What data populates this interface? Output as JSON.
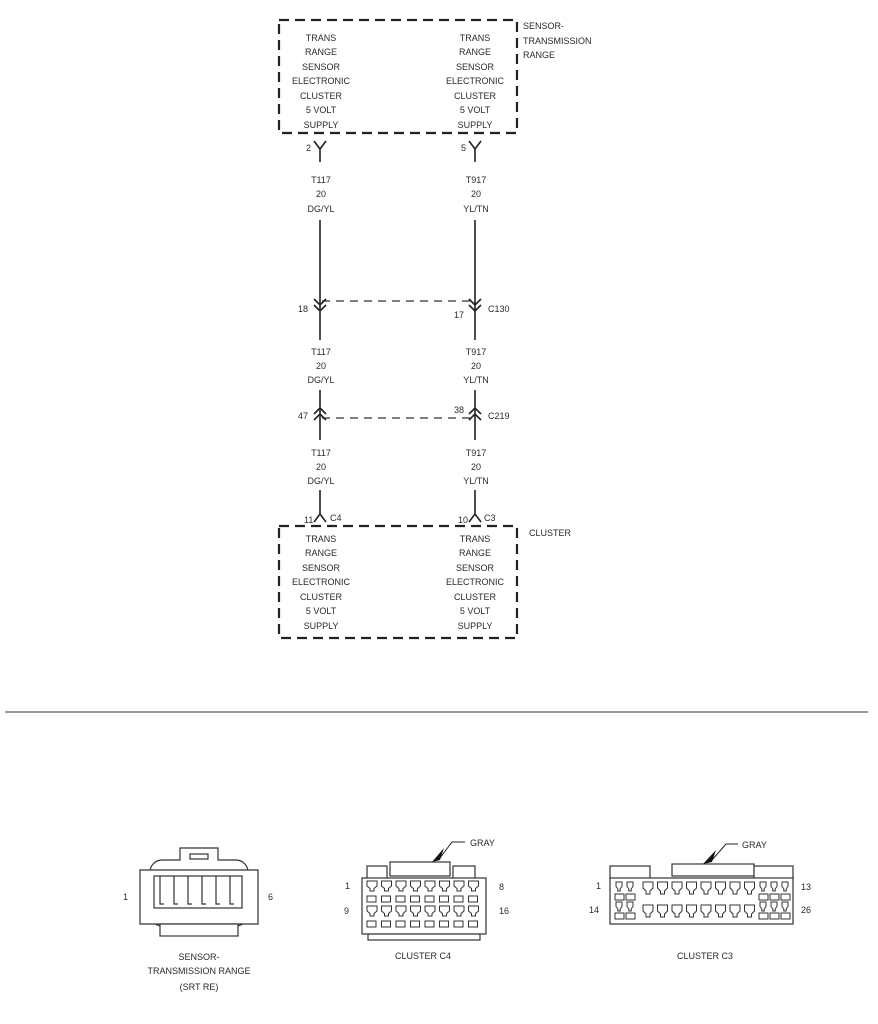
{
  "top_component": {
    "name_lines": [
      "SENSOR-",
      "TRANSMISSION",
      "RANGE"
    ],
    "left_function": [
      "TRANS",
      "RANGE",
      "SENSOR",
      "ELECTRONIC",
      "CLUSTER",
      "5 VOLT",
      "SUPPLY"
    ],
    "right_function": [
      "TRANS",
      "RANGE",
      "SENSOR",
      "ELECTRONIC",
      "CLUSTER",
      "5 VOLT",
      "SUPPLY"
    ],
    "left_pin": "2",
    "right_pin": "5"
  },
  "wires": {
    "left": {
      "circuit": "T117",
      "gauge": "20",
      "color": "DG/YL"
    },
    "right": {
      "circuit": "T917",
      "gauge": "20",
      "color": "YL/TN"
    }
  },
  "connectors": {
    "c130": {
      "name": "C130",
      "left_pin": "18",
      "right_pin": "17"
    },
    "c219": {
      "name": "C219",
      "left_pin": "47",
      "right_pin": "38"
    },
    "cluster": {
      "left_pin": "11",
      "left_conn": "C4",
      "right_pin": "10",
      "right_conn": "C3"
    }
  },
  "bottom_component": {
    "name": "CLUSTER",
    "left_function": [
      "TRANS",
      "RANGE",
      "SENSOR",
      "ELECTRONIC",
      "CLUSTER",
      "5 VOLT",
      "SUPPLY"
    ],
    "right_function": [
      "TRANS",
      "RANGE",
      "SENSOR",
      "ELECTRONIC",
      "CLUSTER",
      "5 VOLT",
      "SUPPLY"
    ]
  },
  "connector_views": {
    "srt": {
      "pin_first": "1",
      "pin_last": "6",
      "label_lines": [
        "SENSOR-",
        "TRANSMISSION RANGE",
        "(SRT RE)"
      ]
    },
    "c4": {
      "color": "GRAY",
      "pins": [
        "1",
        "8",
        "9",
        "16"
      ],
      "label": "CLUSTER C4"
    },
    "c3": {
      "color": "GRAY",
      "pins": [
        "1",
        "13",
        "14",
        "26"
      ],
      "label": "CLUSTER C3"
    }
  }
}
